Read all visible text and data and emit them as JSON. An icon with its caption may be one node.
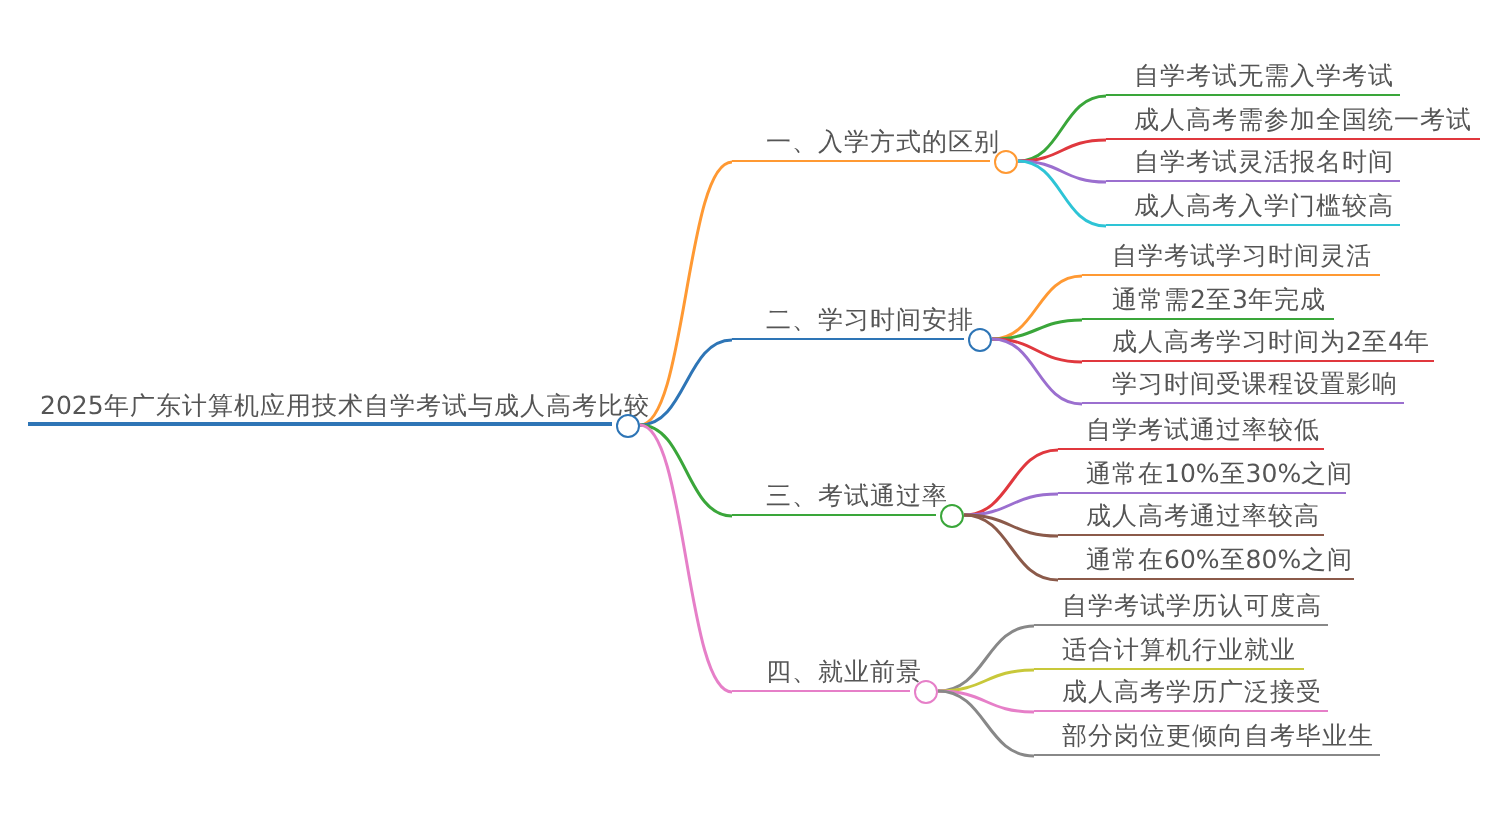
{
  "diagram": {
    "nodes": [
      {
        "text": [
          "2025年广东计算机应用技术自学考试与成人高考比较"
        ]
      },
      {
        "text": [
          "一、入学方式的区别"
        ]
      },
      {
        "text": [
          "自学考试无需入学考试"
        ]
      },
      {
        "text": [
          "成人高考需参加全国统一考试"
        ]
      },
      {
        "text": [
          "自学考试灵活报名时间"
        ]
      },
      {
        "text": [
          "成人高考入学门槛较高"
        ]
      },
      {
        "text": [
          "二、学习时间安排"
        ]
      },
      {
        "text": [
          "自学考试学习时间灵活"
        ]
      },
      {
        "text": [
          "通常需2至3年完成"
        ]
      },
      {
        "text": [
          "成人高考学习时间为2至4年"
        ]
      },
      {
        "text": [
          "学习时间受课程设置影响"
        ]
      },
      {
        "text": [
          "三、考试通过率"
        ]
      },
      {
        "text": [
          "自学考试通过率较低"
        ]
      },
      {
        "text": [
          "通常在10%至30%之间"
        ]
      },
      {
        "text": [
          "成人高考通过率较高"
        ]
      },
      {
        "text": [
          "通常在60%至80%之间"
        ]
      },
      {
        "text": [
          "四、就业前景"
        ]
      },
      {
        "text": [
          "自学考试学历认可度高"
        ]
      },
      {
        "text": [
          "适合计算机行业就业"
        ]
      },
      {
        "text": [
          "成人高考学历广泛接受"
        ]
      },
      {
        "text": [
          "部分岗位更倾向自考毕业生"
        ]
      }
    ],
    "edges": [
      {
        "from": 0,
        "to": 1,
        "arrow": "none",
        "color": "#ff9933"
      },
      {
        "from": 1,
        "to": 2,
        "arrow": "none",
        "color": "#3aa63a"
      },
      {
        "from": 1,
        "to": 3,
        "arrow": "none",
        "color": "#e0383e"
      },
      {
        "from": 1,
        "to": 4,
        "arrow": "none",
        "color": "#9b6fcf"
      },
      {
        "from": 1,
        "to": 5,
        "arrow": "none",
        "color": "#2ec4d6"
      },
      {
        "from": 0,
        "to": 6,
        "arrow": "none",
        "color": "#2e75b6"
      },
      {
        "from": 6,
        "to": 7,
        "arrow": "none",
        "color": "#ff9933"
      },
      {
        "from": 6,
        "to": 8,
        "arrow": "none",
        "color": "#3aa63a"
      },
      {
        "from": 6,
        "to": 9,
        "arrow": "none",
        "color": "#e0383e"
      },
      {
        "from": 6,
        "to": 10,
        "arrow": "none",
        "color": "#9b6fcf"
      },
      {
        "from": 0,
        "to": 11,
        "arrow": "none",
        "color": "#3aa63a"
      },
      {
        "from": 11,
        "to": 12,
        "arrow": "none",
        "color": "#e0383e"
      },
      {
        "from": 11,
        "to": 13,
        "arrow": "none",
        "color": "#9b6fcf"
      },
      {
        "from": 11,
        "to": 14,
        "arrow": "none",
        "color": "#8b5a4a"
      },
      {
        "from": 11,
        "to": 15,
        "arrow": "none",
        "color": "#8b5a4a"
      },
      {
        "from": 0,
        "to": 16,
        "arrow": "none",
        "color": "#e67fc8"
      },
      {
        "from": 16,
        "to": 17,
        "arrow": "none",
        "color": "#888888"
      },
      {
        "from": 16,
        "to": 18,
        "arrow": "none",
        "color": "#c8c83a"
      },
      {
        "from": 16,
        "to": 19,
        "arrow": "none",
        "color": "#e67fc8"
      },
      {
        "from": 16,
        "to": 20,
        "arrow": "none",
        "color": "#888888"
      }
    ]
  }
}
